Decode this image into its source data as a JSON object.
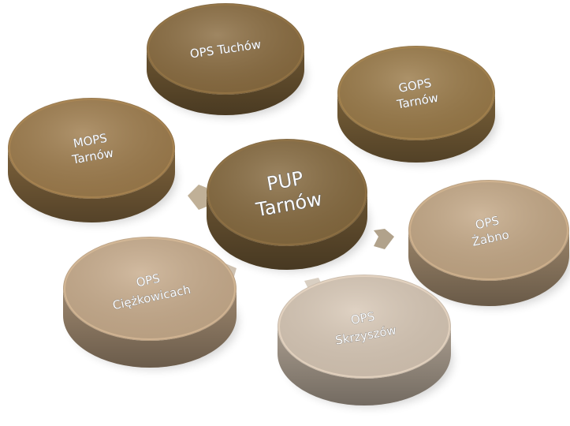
{
  "center": {
    "lines": [
      "PUP",
      "Tarnów"
    ],
    "color": "#866a3f"
  },
  "nodes": [
    {
      "id": "ops-tuchow",
      "lines": [
        "OPS Tuchów"
      ],
      "color": "#8a6c40"
    },
    {
      "id": "gops-tarnow",
      "lines": [
        "GOPS",
        "Tarnów"
      ],
      "color": "#9a7a48"
    },
    {
      "id": "ops-zabno",
      "lines": [
        "OPS",
        "Żabno"
      ],
      "color": "#c4a886"
    },
    {
      "id": "ops-skrzyszow",
      "lines": [
        "OPS",
        "Skrzyszów"
      ],
      "color": "#d8c8b6"
    },
    {
      "id": "ops-ciezkowicach",
      "lines": [
        "OPS",
        "Ciężkowicach"
      ],
      "color": "#c8ac8c"
    },
    {
      "id": "mops-tarnow",
      "lines": [
        "MOPS",
        "Tarnów"
      ],
      "color": "#9e7c4c"
    }
  ]
}
